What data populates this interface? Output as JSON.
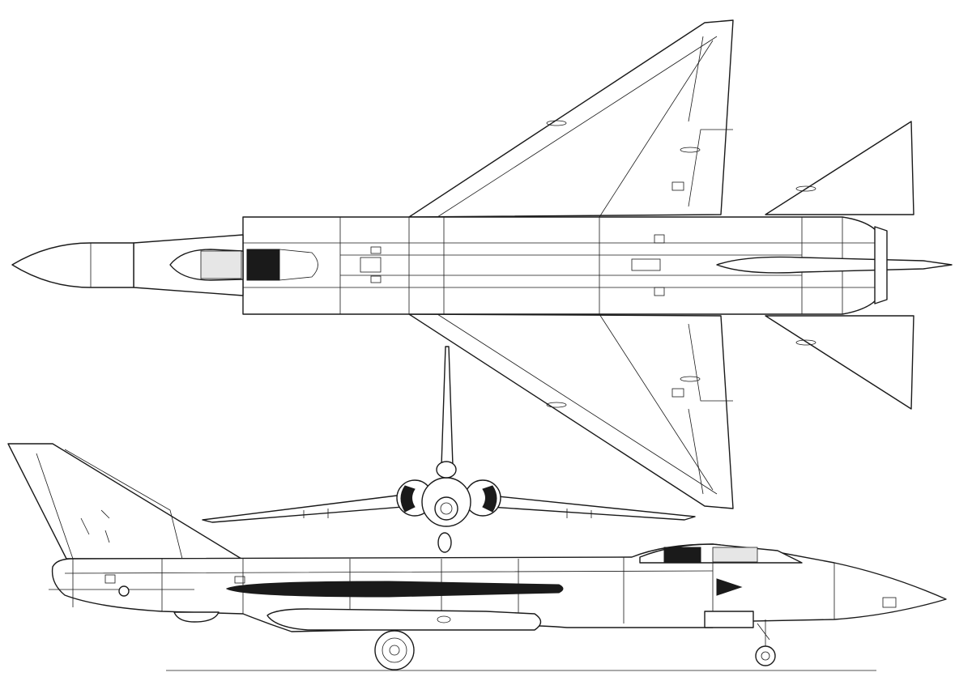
{
  "drawing": {
    "views": [
      "top",
      "front",
      "side"
    ],
    "colors": {
      "line": "#1a1a1a",
      "background": "#ffffff",
      "canopy_fill": "#e6e6e6"
    }
  }
}
